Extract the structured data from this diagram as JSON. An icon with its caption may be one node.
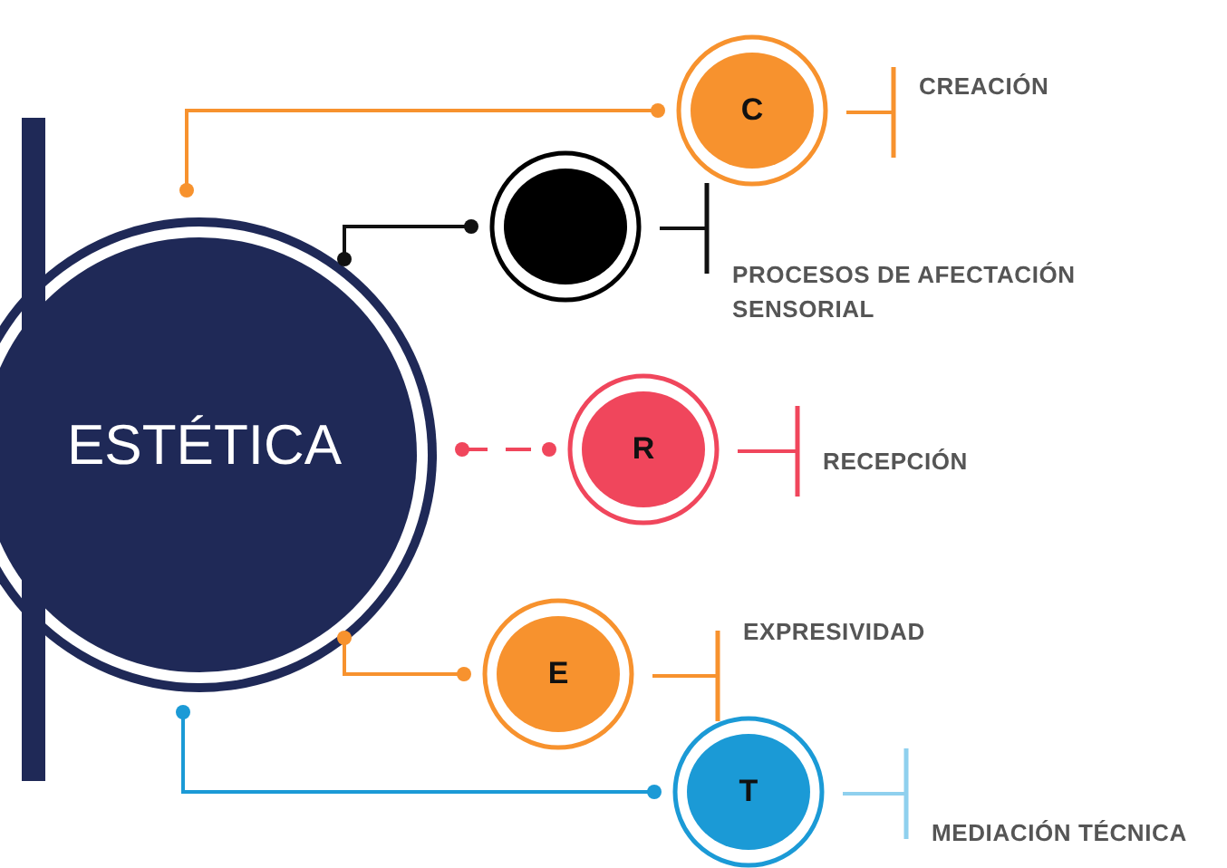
{
  "diagram": {
    "nodes": [
      {
        "text": [
          "ESTÉTICA"
        ]
      },
      {
        "text": [
          "C"
        ]
      },
      {
        "text": [
          "CREACIÓN"
        ]
      },
      {
        "text": [],
        "shape": "circle"
      },
      {
        "text": [
          "PROCESOS DE AFECTACIÓN SENSORIAL"
        ]
      },
      {
        "text": [
          "R"
        ]
      },
      {
        "text": [
          "RECEPCIÓN"
        ]
      },
      {
        "text": [
          "E"
        ]
      },
      {
        "text": [
          "EXPRESIVIDAD"
        ]
      },
      {
        "text": [
          "T"
        ]
      },
      {
        "text": [
          "MEDIACIÓN TÉCNICA"
        ]
      }
    ],
    "edges": [
      {
        "from": 0,
        "to": 1,
        "arrow": "other",
        "color": "#f7922e"
      },
      {
        "from": 1,
        "to": 2,
        "arrow": "other",
        "color": "#f7922e"
      },
      {
        "from": 0,
        "to": 3,
        "arrow": "other",
        "color": "#111111"
      },
      {
        "from": 3,
        "to": 4,
        "arrow": "other",
        "color": "#111111"
      },
      {
        "from": 0,
        "to": 5,
        "arrow": "other",
        "style": "dashed",
        "color": "#f0465c"
      },
      {
        "from": 5,
        "to": 6,
        "arrow": "other",
        "color": "#f0465c"
      },
      {
        "from": 0,
        "to": 7,
        "arrow": "other",
        "color": "#f7922e"
      },
      {
        "from": 7,
        "to": 8,
        "arrow": "other",
        "color": "#f7922e"
      },
      {
        "from": 0,
        "to": 9,
        "arrow": "other",
        "color": "#1b9ad6"
      },
      {
        "from": 9,
        "to": 10,
        "arrow": "other",
        "color": "#8fd0ee"
      }
    ]
  }
}
